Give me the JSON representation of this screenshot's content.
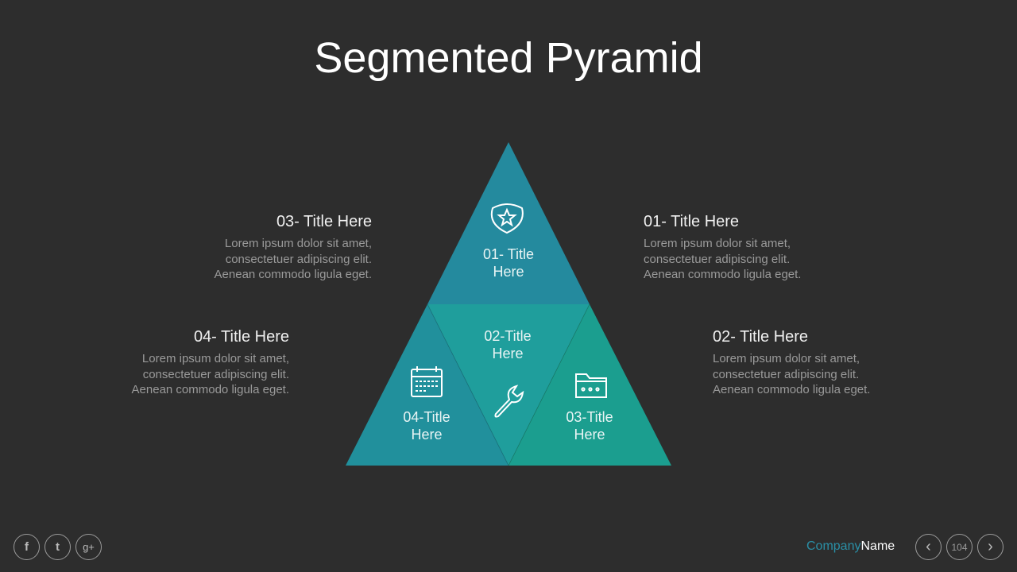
{
  "title": "Segmented Pyramid",
  "segments": [
    {
      "label_line1": "01- Title",
      "label_line2": "Here",
      "icon": "shield-star-icon",
      "color": "#248a9e"
    },
    {
      "label_line1": "02-Title",
      "label_line2": "Here",
      "icon": "wrench-icon",
      "color": "#1f9e9c"
    },
    {
      "label_line1": "03-Title",
      "label_line2": "Here",
      "icon": "folder-icon",
      "color": "#1b9e8f"
    },
    {
      "label_line1": "04-Title",
      "label_line2": "Here",
      "icon": "calendar-icon",
      "color": "#21909c"
    }
  ],
  "blocks": [
    {
      "title": "01- Title Here",
      "l1": "Lorem ipsum dolor sit amet,",
      "l2": "consectetuer  adipiscing elit.",
      "l3": "Aenean commodo ligula eget."
    },
    {
      "title": "02- Title Here",
      "l1": "Lorem ipsum dolor sit amet,",
      "l2": "consectetuer  adipiscing elit.",
      "l3": "Aenean commodo ligula eget."
    },
    {
      "title": "03- Title Here",
      "l1": "Lorem ipsum dolor sit amet,",
      "l2": "consectetuer  adipiscing elit.",
      "l3": "Aenean commodo ligula eget."
    },
    {
      "title": "04- Title Here",
      "l1": "Lorem ipsum dolor sit amet,",
      "l2": "consectetuer  adipiscing elit.",
      "l3": "Aenean commodo ligula eget."
    }
  ],
  "footer": {
    "social": [
      "f",
      "t",
      "g+"
    ],
    "company_a": "Company",
    "company_b": "Name",
    "page": "104",
    "accent": "#2a8fa6"
  }
}
